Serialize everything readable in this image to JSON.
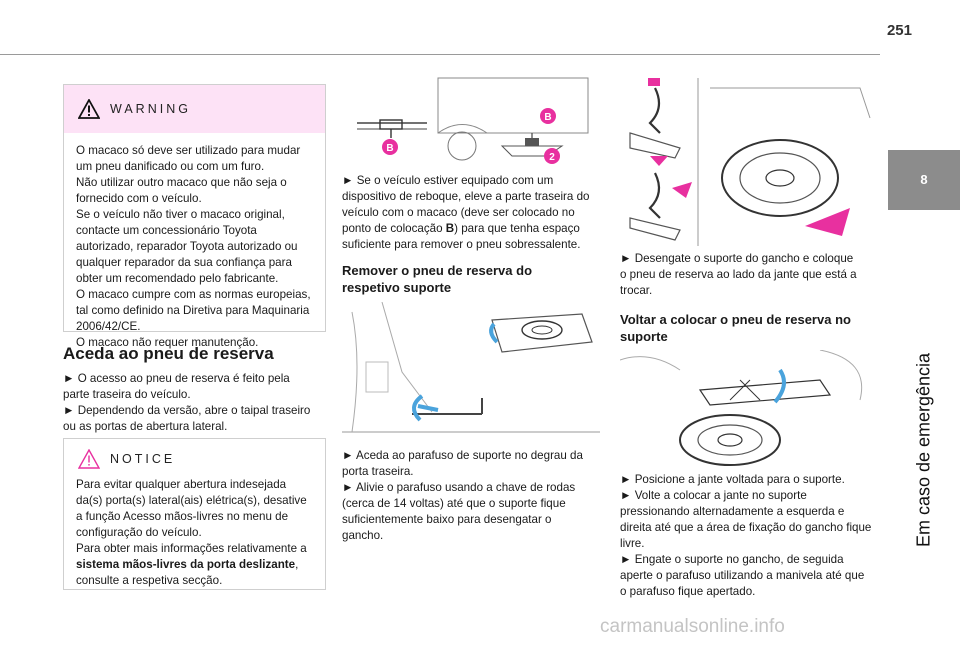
{
  "page": {
    "number": "251",
    "chapter_number": "8",
    "chapter_title": "Em caso de emergência"
  },
  "colors": {
    "accent_pink": "#e8309f",
    "warning_bg": "#fde2f6",
    "sidebar_gray": "#8c8c8c"
  },
  "warning": {
    "title": "WARNING",
    "lines": [
      "O macaco só deve ser utilizado para mudar",
      "um pneu danificado ou com um furo.",
      "Não utilizar outro macaco que não seja o",
      "fornecido com o veículo.",
      "Se o veículo não tiver o macaco original,",
      "contacte um concessionário Toyota",
      "autorizado, reparador Toyota autorizado ou",
      "qualquer reparador da sua confiança para",
      "obter um recomendado pelo fabricante.",
      "O macaco cumpre com as normas europeias,",
      "tal como definido na Diretiva para Maquinaria",
      "2006/42/CE.",
      "O macaco não requer manutenção."
    ]
  },
  "access_section": {
    "heading": "Aceda ao pneu de reserva",
    "lines": [
      "► O acesso ao pneu de reserva é feito pela",
      "parte traseira do veículo.",
      "► Dependendo da versão, abre o taipal traseiro",
      "ou as portas de abertura lateral."
    ]
  },
  "notice": {
    "title": "NOTICE",
    "lines": [
      "Para evitar qualquer abertura indesejada",
      "da(s) porta(s) lateral(ais) elétrica(s), desative",
      "a função Acesso mãos-livres no menu de",
      "configuração do veículo.",
      "Para obter mais informações relativamente a"
    ],
    "bold_line": "sistema mãos-livres da porta deslizante",
    "bold_suffix": ",",
    "last_line": "consulte a respetiva secção."
  },
  "col2": {
    "fig1_labels": {
      "b1": "B",
      "b2": "B",
      "n2": "2"
    },
    "tow_lines": [
      "► Se o veículo estiver equipado com um",
      "dispositivo de reboque, eleve a parte traseira do",
      "veículo com o macaco (deve ser colocado no"
    ],
    "tow_line4_pre": "ponto de colocação ",
    "tow_line4_bold": "B",
    "tow_line4_post": ") para que tenha espaço",
    "tow_line5": "suficiente para remover o pneu sobressalente.",
    "remove_heading_1": "Remover o pneu de reserva do",
    "remove_heading_2": "respetivo suporte",
    "remove_lines": [
      "► Aceda ao parafuso de suporte no degrau da",
      "porta traseira.",
      "► Alivie o parafuso usando a chave de rodas",
      "(cerca de 14 voltas) até que o suporte fique",
      "suficientemente baixo para desengatar o",
      "gancho."
    ]
  },
  "col3": {
    "disengage_lines": [
      "► Desengate o suporte do gancho e coloque",
      "o pneu de reserva ao lado da jante que está a",
      "trocar."
    ],
    "refit_heading_1": "Voltar a colocar o pneu de reserva no",
    "refit_heading_2": "suporte",
    "refit_lines": [
      "► Posicione a jante voltada para o suporte.",
      "► Volte a colocar a jante no suporte",
      "pressionando alternadamente a esquerda e",
      "direita até que a área de fixação do gancho fique",
      "livre.",
      "► Engate o suporte no gancho, de seguida",
      "aperte o parafuso utilizando a manivela até que",
      "o parafuso fique apertado."
    ]
  },
  "watermark": "carmanualsonline.info"
}
